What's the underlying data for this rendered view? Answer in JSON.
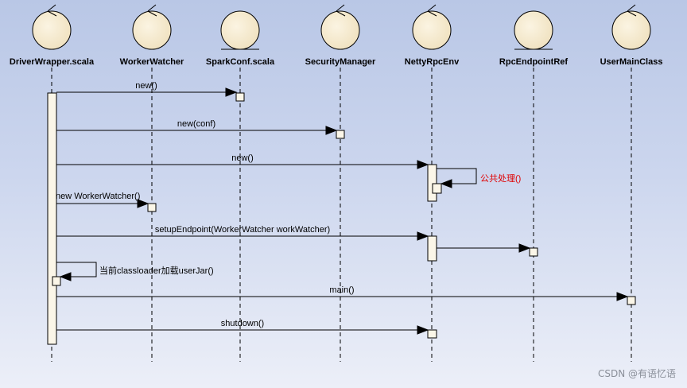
{
  "participants": [
    {
      "id": "driverwrapper",
      "name": "DriverWrapper.scala",
      "icon": "control-icon"
    },
    {
      "id": "workerwatcher",
      "name": "WorkerWatcher",
      "icon": "control-icon"
    },
    {
      "id": "sparkconf",
      "name": "SparkConf.scala",
      "icon": "entity-icon"
    },
    {
      "id": "securitymanager",
      "name": "SecurityManager",
      "icon": "control-icon"
    },
    {
      "id": "nettyrpcenv",
      "name": "NettyRpcEnv",
      "icon": "control-icon"
    },
    {
      "id": "rpcendpointref",
      "name": "RpcEndpointRef",
      "icon": "entity-icon"
    },
    {
      "id": "usermainclass",
      "name": "UserMainClass",
      "icon": "control-icon"
    }
  ],
  "messages": [
    {
      "id": "new-sparkconf",
      "label": "new()"
    },
    {
      "id": "new-securitymanager",
      "label": "new(conf)"
    },
    {
      "id": "new-nettyrpcenv",
      "label": "new()"
    },
    {
      "id": "public-handling",
      "label": "公共处理()",
      "color": "#e00000"
    },
    {
      "id": "new-workerwatcher",
      "label": "new WorkerWatcher()"
    },
    {
      "id": "setup-endpoint",
      "label": "setupEndpoint(WorkerWatcher workWatcher)"
    },
    {
      "id": "load-userjar",
      "label": "当前classloader加载userJar()"
    },
    {
      "id": "main-call",
      "label": "main()"
    },
    {
      "id": "shutdown-call",
      "label": "shutdown()"
    }
  ],
  "watermark": "CSDN @有语忆语",
  "colors": {
    "lifeline_head": "#f6ecd2",
    "activation": "#fbf6e8",
    "self_call_label": "#e00000"
  }
}
